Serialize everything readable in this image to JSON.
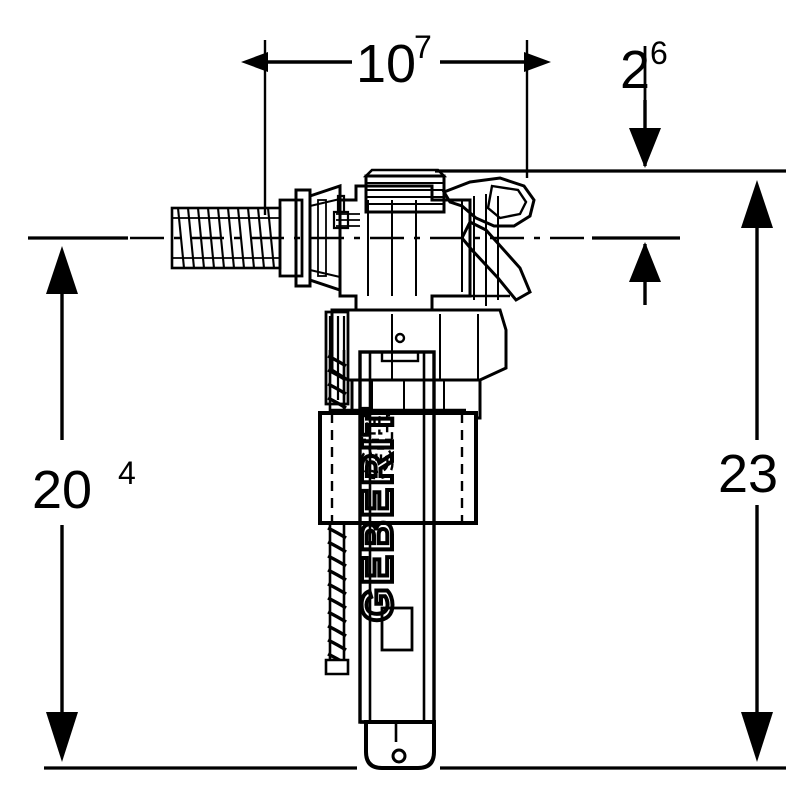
{
  "drawing": {
    "title": "Geberit fill valve dimensioned technical drawing",
    "brand_text": "GEBERIT",
    "brand_text_hidden": "GEBERIT",
    "units_note": "",
    "line_color": "#000000",
    "background_color": "#ffffff"
  },
  "dimensions": {
    "top_width": {
      "name": "overall-width",
      "value": "10",
      "decimal": "7",
      "display": "10.7",
      "orientation": "horizontal"
    },
    "top_offset": {
      "name": "inlet-offset",
      "value": "2",
      "decimal": "6",
      "display": "2.6",
      "orientation": "vertical"
    },
    "left_height": {
      "name": "inlet-to-base-height",
      "value": "20",
      "decimal": "4",
      "display": "20.4",
      "orientation": "vertical"
    },
    "right_height": {
      "name": "overall-height",
      "value": "23",
      "decimal": "",
      "display": "23",
      "orientation": "vertical"
    }
  },
  "labels": {
    "top_width_main": "10",
    "top_width_sup": "7",
    "top_offset_main": "2",
    "top_offset_sup": "6",
    "left_height_main": "20",
    "left_height_sup": "4",
    "right_height_main": "23",
    "right_height_sup": ""
  },
  "parts": [
    {
      "name": "threaded-inlet-shank",
      "label": "Threaded inlet connector"
    },
    {
      "name": "hex-coupling-nut",
      "label": "Hexagonal coupling nut"
    },
    {
      "name": "valve-head-body",
      "label": "Valve head body"
    },
    {
      "name": "adjustment-cap",
      "label": "Ribbed adjustment cap"
    },
    {
      "name": "float-lever-arm",
      "label": "Float lever arm"
    },
    {
      "name": "float-collar",
      "label": "Adjustable float collar"
    },
    {
      "name": "riser-tube",
      "label": "Riser tube with brand marking"
    },
    {
      "name": "adjustment-screw-rod",
      "label": "Threaded adjustment rod"
    },
    {
      "name": "bottom-shank",
      "label": "Bottom shank outlet"
    }
  ]
}
